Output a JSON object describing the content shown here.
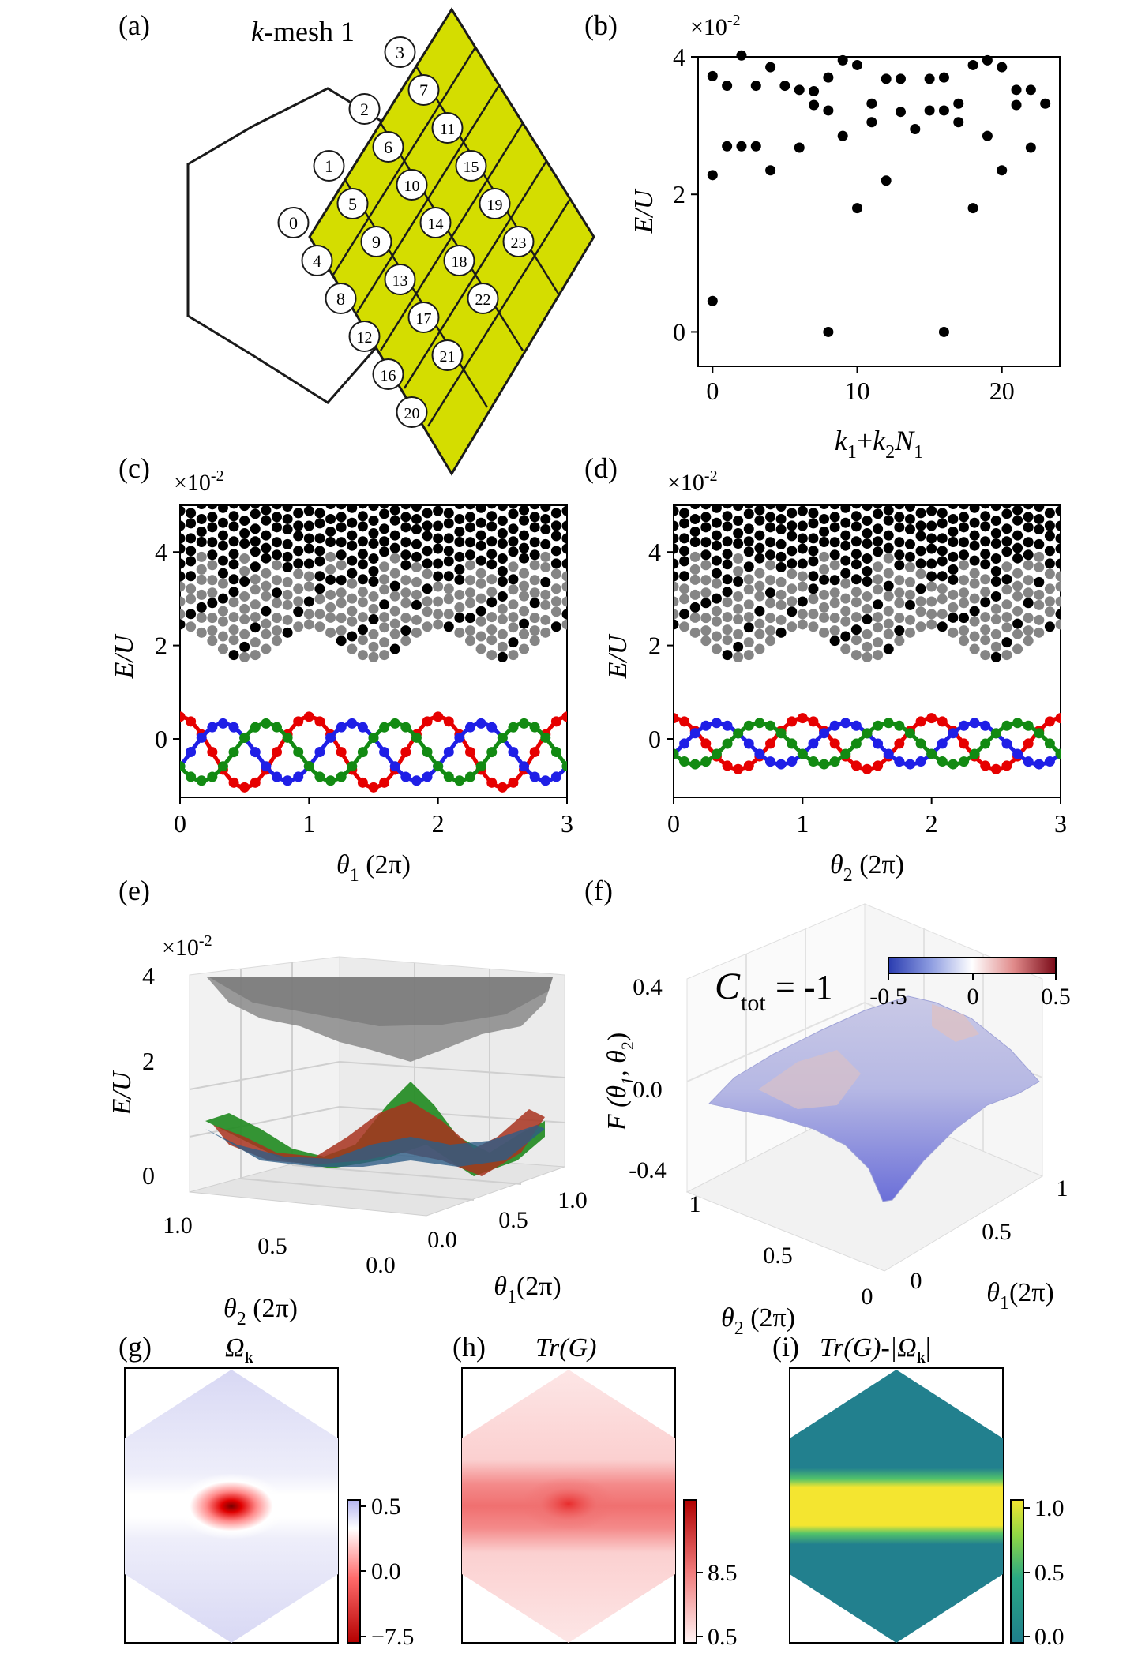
{
  "panels": {
    "a": {
      "letter": "(a)",
      "title_k": "k",
      "title_rest": "-mesh 1",
      "colors": {
        "mesh": "#d4dd00",
        "line": "#1a1a1a"
      }
    },
    "b": {
      "letter": "(b)"
    },
    "c": {
      "letter": "(c)"
    },
    "d": {
      "letter": "(d)"
    },
    "e": {
      "letter": "(e)"
    },
    "f": {
      "letter": "(f)",
      "chern_label": "C",
      "chern_sub": "tot",
      "chern_value": "= -1"
    },
    "g": {
      "letter": "(g)",
      "title": "Ω",
      "title_sub": "k"
    },
    "h": {
      "letter": "(h)",
      "title": "Tr(G)"
    },
    "i": {
      "letter": "(i)",
      "title": "Tr(G)-|Ω",
      "title_sub": "k",
      "title_end": "|"
    }
  },
  "chart_data": [
    {
      "id": "b",
      "type": "scatter",
      "xlabel": "k1+k2N1",
      "xlabel_parts": {
        "k1": "k",
        "s1": "1",
        "plus": "+",
        "k2": "k",
        "s2": "2",
        "n": "N",
        "s3": "1"
      },
      "ylabel": "E/U",
      "scale_label": "×10",
      "scale_exp": "-2",
      "xlim": [
        -1,
        24
      ],
      "ylim": [
        -0.5,
        4.0
      ],
      "xticks": [
        0,
        10,
        20
      ],
      "yticks": [
        0,
        2,
        4
      ],
      "ytick_labels": [
        "0",
        "2",
        "4"
      ],
      "points": [
        [
          0,
          0.45
        ],
        [
          0,
          2.28
        ],
        [
          0,
          3.72
        ],
        [
          1,
          2.7
        ],
        [
          1,
          3.58
        ],
        [
          2,
          2.7
        ],
        [
          2,
          4.02
        ],
        [
          3,
          2.7
        ],
        [
          3,
          3.58
        ],
        [
          4,
          2.35
        ],
        [
          4,
          3.85
        ],
        [
          5,
          3.58
        ],
        [
          6,
          2.68
        ],
        [
          6,
          3.52
        ],
        [
          7,
          3.5
        ],
        [
          7,
          3.3
        ],
        [
          8,
          0.0
        ],
        [
          8,
          3.22
        ],
        [
          8,
          3.7
        ],
        [
          9,
          2.85
        ],
        [
          9,
          3.95
        ],
        [
          10,
          1.8
        ],
        [
          10,
          3.88
        ],
        [
          11,
          3.05
        ],
        [
          11,
          3.32
        ],
        [
          12,
          2.2
        ],
        [
          12,
          3.68
        ],
        [
          13,
          3.2
        ],
        [
          13,
          3.68
        ],
        [
          14,
          2.95
        ],
        [
          15,
          3.22
        ],
        [
          15,
          3.68
        ],
        [
          16,
          0.0
        ],
        [
          16,
          3.22
        ],
        [
          16,
          3.7
        ],
        [
          17,
          3.05
        ],
        [
          17,
          3.32
        ],
        [
          18,
          1.8
        ],
        [
          18,
          3.88
        ],
        [
          19,
          2.85
        ],
        [
          19,
          3.95
        ],
        [
          20,
          2.35
        ],
        [
          20,
          3.85
        ],
        [
          21,
          3.3
        ],
        [
          21,
          3.52
        ],
        [
          22,
          2.68
        ],
        [
          22,
          3.52
        ],
        [
          23,
          3.32
        ]
      ]
    },
    {
      "id": "c",
      "type": "scatter",
      "xlabel_sym": "θ",
      "xlabel_sub": "1",
      "xlabel_unit": " (2π)",
      "ylabel": "E/U",
      "scale_label": "×10",
      "scale_exp": "-2",
      "xlim": [
        0,
        3
      ],
      "ylim": [
        -1.25,
        5.0
      ],
      "xticks": [
        0,
        1,
        2,
        3
      ],
      "yticks": [
        0,
        2,
        4
      ],
      "ground": {
        "period": 1.0,
        "phases": [
          0.0,
          0.333,
          0.667
        ],
        "amplitude": 0.72,
        "offset": -0.28,
        "colors": [
          "#e60000",
          "#1f1fe6",
          "#128a12"
        ]
      },
      "excited_min": 1.75,
      "ytop": 5.0,
      "colors": {
        "gray": "#858585",
        "black": "#000000"
      }
    },
    {
      "id": "d",
      "type": "scatter",
      "xlabel_sym": "θ",
      "xlabel_sub": "2",
      "xlabel_unit": " (2π)",
      "ylabel": "E/U",
      "scale_label": "×10",
      "scale_exp": "-2",
      "xlim": [
        0,
        3
      ],
      "ylim": [
        -1.25,
        5.0
      ],
      "xticks": [
        0,
        1,
        2,
        3
      ],
      "yticks": [
        0,
        2,
        4
      ],
      "ground": {
        "period": 1.0,
        "phases": [
          0.0,
          0.333,
          0.667
        ],
        "amplitude": 0.52,
        "offset": -0.1,
        "colors": [
          "#e60000",
          "#1f1fe6",
          "#128a12"
        ]
      },
      "excited_min": 1.75,
      "ytop": 5.0,
      "colors": {
        "gray": "#858585",
        "black": "#000000"
      }
    },
    {
      "id": "e",
      "type": "area",
      "ylabel": "E/U",
      "scale_label": "×10",
      "scale_exp": "-2",
      "zticks": [
        "0",
        "2",
        "4"
      ],
      "x_ticks": [
        "1.0",
        "0.5",
        "0.0"
      ],
      "y_ticks": [
        "0.0",
        "0.5",
        "1.0"
      ],
      "xlabel_sym": "θ",
      "xlabel_sub": "2",
      "xlabel_unit": " (2π)",
      "ylabel2_sym": "θ",
      "ylabel2_sub": "1",
      "ylabel2_unit": "(2π)"
    },
    {
      "id": "f",
      "type": "heatmap",
      "zlabel": "F (θ",
      "zlabel_sub1": "1",
      "zlabel_mid": ", θ",
      "zlabel_sub2": "2",
      "zlabel_end": ")",
      "zticks": [
        "0.4",
        "0.0",
        "-0.4"
      ],
      "x_ticks": [
        "1",
        "0.5",
        "0"
      ],
      "y_ticks": [
        "0",
        "0.5",
        "1"
      ],
      "xlabel_sym": "θ",
      "xlabel_sub": "2",
      "xlabel_unit": " (2π)",
      "ylabel2_sym": "θ",
      "ylabel2_sub": "1",
      "ylabel2_unit": "(2π)",
      "colorbar_ticks": [
        "-0.5",
        "0",
        "0.5"
      ]
    },
    {
      "id": "g",
      "type": "heatmap",
      "colorbar_ticks": [
        "0.5",
        "0.0",
        "−7.5"
      ]
    },
    {
      "id": "h",
      "type": "heatmap",
      "colorbar_ticks": [
        "8.5",
        "0.5"
      ]
    },
    {
      "id": "i",
      "type": "heatmap",
      "colorbar_ticks": [
        "1.0",
        "0.5",
        "0.0"
      ]
    }
  ],
  "mesh_labels": [
    "0",
    "1",
    "2",
    "3",
    "4",
    "5",
    "6",
    "7",
    "8",
    "9",
    "10",
    "11",
    "12",
    "13",
    "14",
    "15",
    "16",
    "17",
    "18",
    "19",
    "20",
    "21",
    "22",
    "23"
  ]
}
